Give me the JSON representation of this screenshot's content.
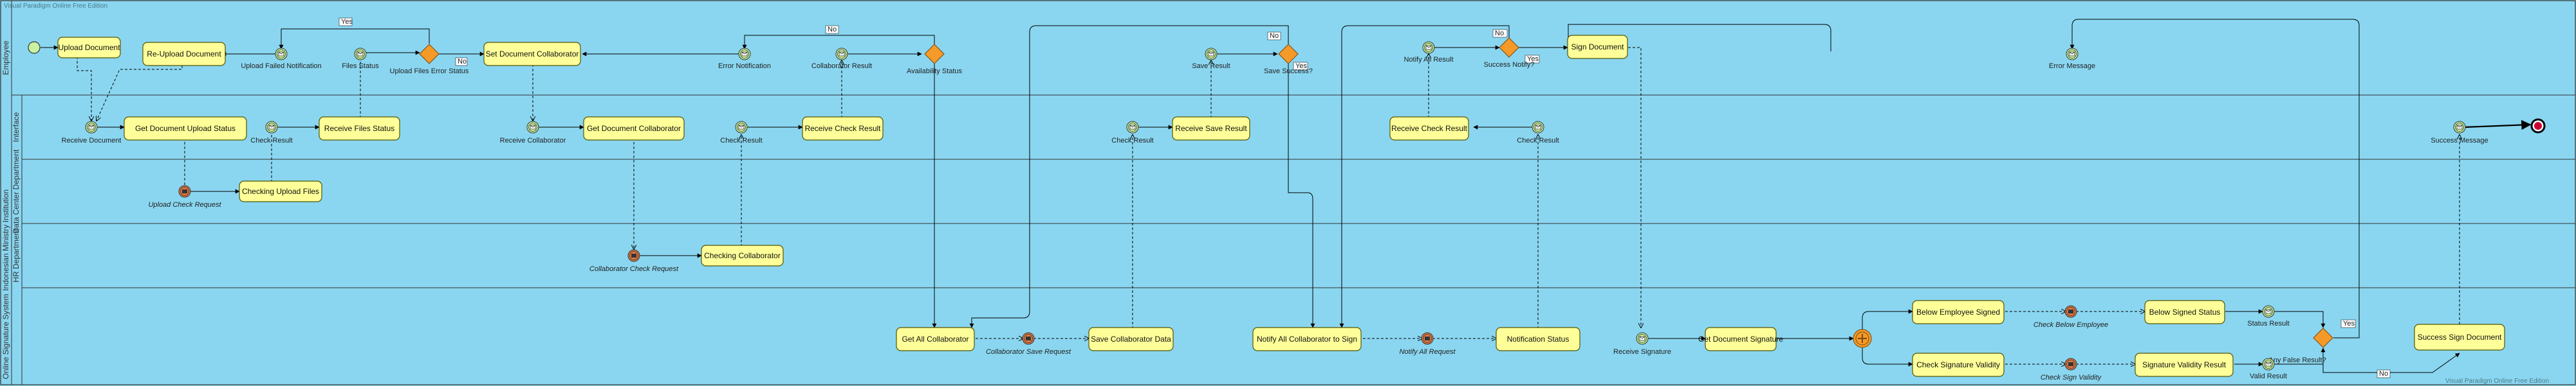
{
  "watermark_top": "Visual Paradigm Online Free Edition",
  "watermark_bottom": "Visual Paradigm Online Free Edition",
  "pool": {
    "label": "Indonesian Ministry Institution",
    "lanes": [
      {
        "id": "employee",
        "label": "Employee"
      },
      {
        "id": "interface",
        "label": "Interface"
      },
      {
        "id": "data-center",
        "label": "Data Center Department"
      },
      {
        "id": "hr",
        "label": "HR Department"
      },
      {
        "id": "system",
        "label": "Online Signature System"
      }
    ]
  },
  "tasks": [
    {
      "id": "t1",
      "label": "Upload Document",
      "lane": "employee"
    },
    {
      "id": "t2",
      "label": "Re-Upload Document",
      "lane": "employee"
    },
    {
      "id": "t3",
      "label": "Set Document Collaborator",
      "lane": "employee"
    },
    {
      "id": "t4",
      "label": "Sign Document",
      "lane": "employee"
    },
    {
      "id": "t5",
      "label": "Get Document Upload Status",
      "lane": "interface"
    },
    {
      "id": "t6",
      "label": "Receive Files Status",
      "lane": "interface"
    },
    {
      "id": "t7",
      "label": "Get Document Collaborator",
      "lane": "interface"
    },
    {
      "id": "t8",
      "label": "Receive Check Result",
      "lane": "interface"
    },
    {
      "id": "t9",
      "label": "Receive Save Result",
      "lane": "interface"
    },
    {
      "id": "t10",
      "label": "Receive Check Result",
      "lane": "interface"
    },
    {
      "id": "t11",
      "label": "Checking Upload Files",
      "lane": "data-center"
    },
    {
      "id": "t12",
      "label": "Checking Collaborator",
      "lane": "hr"
    },
    {
      "id": "t13",
      "label": "Get All Collaborator",
      "lane": "system"
    },
    {
      "id": "t14",
      "label": "Save Collaborator Data",
      "lane": "system"
    },
    {
      "id": "t15",
      "label": "Notify All Collaborator to Sign",
      "lane": "system"
    },
    {
      "id": "t16",
      "label": "Notification Status",
      "lane": "system"
    },
    {
      "id": "t17",
      "label": "Get Document Signature",
      "lane": "system"
    },
    {
      "id": "t18",
      "label": "Below Employee Signed",
      "lane": "system"
    },
    {
      "id": "t19",
      "label": "Below Signed Status",
      "lane": "system"
    },
    {
      "id": "t20",
      "label": "Check Signature Validity",
      "lane": "system"
    },
    {
      "id": "t21",
      "label": "Signature Validity Result",
      "lane": "system"
    },
    {
      "id": "t22",
      "label": "Success Sign Document",
      "lane": "system"
    }
  ],
  "gateways": [
    {
      "id": "g1",
      "label": "Upload Files Error Status"
    },
    {
      "id": "g2",
      "label": "Availability Status"
    },
    {
      "id": "g3",
      "label": "Save Success?"
    },
    {
      "id": "g4",
      "label": "Success Notify?"
    },
    {
      "id": "g5",
      "label": "Any False Result?"
    }
  ],
  "message_events": [
    {
      "id": "m1",
      "label": "Upload Failed Notification"
    },
    {
      "id": "m2",
      "label": "Files Status"
    },
    {
      "id": "m3",
      "label": "Error Notification"
    },
    {
      "id": "m4",
      "label": "Collaborator Result"
    },
    {
      "id": "m5",
      "label": "Save Result"
    },
    {
      "id": "m6",
      "label": "Notify All Result"
    },
    {
      "id": "m7",
      "label": "Error Message"
    },
    {
      "id": "m8",
      "label": "Receive Document"
    },
    {
      "id": "m9",
      "label": "Check Result"
    },
    {
      "id": "m10",
      "label": "Receive Collaborator"
    },
    {
      "id": "m11",
      "label": "Check Result"
    },
    {
      "id": "m12",
      "label": "Check Result"
    },
    {
      "id": "m13",
      "label": "Check Result"
    },
    {
      "id": "m14",
      "label": "Success Message"
    },
    {
      "id": "m15",
      "label": "Receive Signature"
    },
    {
      "id": "m16",
      "label": "Status Result"
    },
    {
      "id": "m17",
      "label": "Valid Result"
    }
  ],
  "intermediate_events": [
    {
      "id": "i1",
      "label": "Upload Check Request"
    },
    {
      "id": "i2",
      "label": "Collaborator Check Request"
    },
    {
      "id": "i3",
      "label": "Collaborator Save Request"
    },
    {
      "id": "i4",
      "label": "Notify All Request"
    },
    {
      "id": "i5",
      "label": "Check Below Employee"
    },
    {
      "id": "i6",
      "label": "Check Sign Validity"
    }
  ],
  "flow_labels": {
    "yes": "Yes",
    "no": "No"
  },
  "colors": {
    "background": "#8ad6f0",
    "task_fill": "#ffff99",
    "task_stroke": "#555500",
    "gateway": "#f59a28",
    "event_fill": "#c9f2a0",
    "intermediate": "#e07840",
    "end_event": "#cc0033"
  }
}
